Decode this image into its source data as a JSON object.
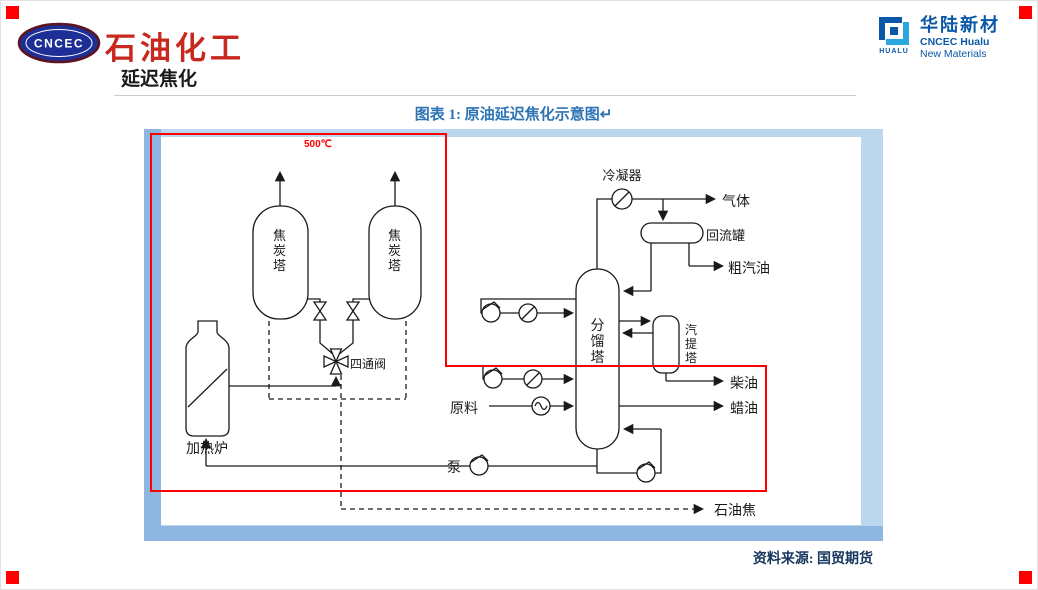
{
  "colors": {
    "highlight_red": "#ff0000",
    "caption_blue": "#2e74b5",
    "brand_red": "#c8281e",
    "logo_blue": "#0c58a8"
  },
  "header": {
    "logo_left": {
      "text": "CNCEC",
      "brand": "石油化工"
    },
    "logo_right": {
      "cn": "华陆新材",
      "en_line1": "CNCEC Hualu",
      "en_line2": "New Materials",
      "icon_caption": "HUALU"
    },
    "section_title": "延迟焦化"
  },
  "figure": {
    "caption": "图表 1: 原油延迟焦化示意图↵",
    "source": "资料来源: 国贸期货",
    "temperature_note": "500℃",
    "labels": {
      "coke_drum": "焦炭塔",
      "heater": "加热炉",
      "four_way_valve": "四通阀",
      "fractionator": "分馏塔",
      "condenser": "冷凝器",
      "reflux_drum": "回流罐",
      "stripper": "汽提塔",
      "gas": "气体",
      "raw_gasoline": "粗汽油",
      "diesel": "柴油",
      "wax_oil": "蜡油",
      "petroleum_coke": "石油焦",
      "feedstock": "原料",
      "pump": "泵"
    }
  }
}
